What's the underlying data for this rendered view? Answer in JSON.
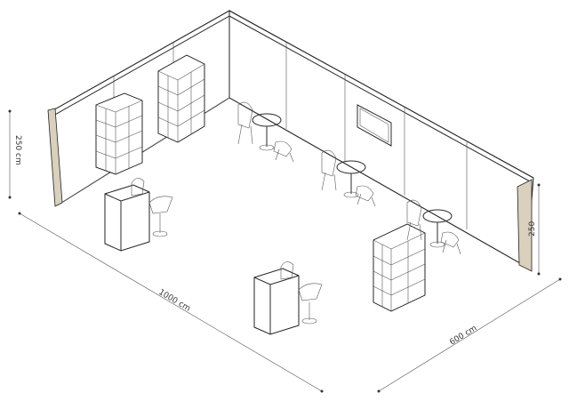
{
  "dimensions": {
    "length": "1000 cm",
    "depth": "600 cm",
    "wall_height_left": "250 cm",
    "wall_height_right": "250"
  },
  "colors": {
    "line": "#2a2a2a",
    "wall_end": "#d9d0bd",
    "background": "#ffffff"
  }
}
